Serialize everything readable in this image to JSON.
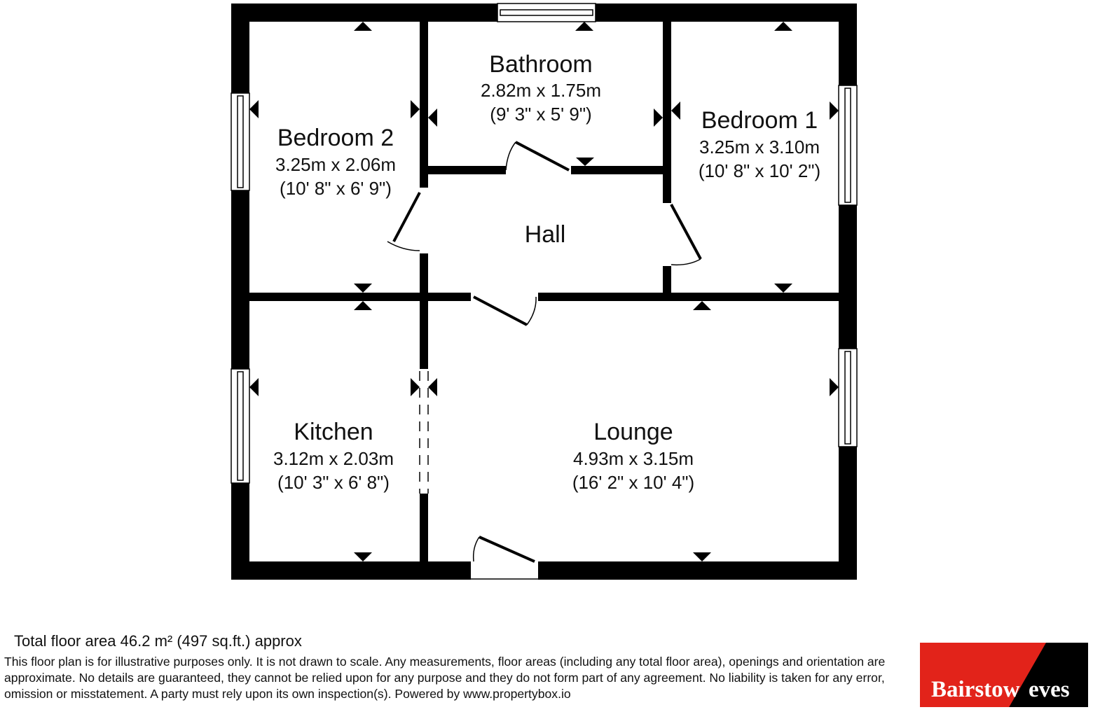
{
  "rooms": {
    "bathroom": {
      "name": "Bathroom",
      "metric": "2.82m x 1.75m",
      "imperial": "(9' 3\" x 5' 9\")"
    },
    "bedroom2": {
      "name": "Bedroom 2",
      "metric": "3.25m x 2.06m",
      "imperial": "(10' 8\" x 6' 9\")"
    },
    "bedroom1": {
      "name": "Bedroom 1",
      "metric": "3.25m x 3.10m",
      "imperial": "(10' 8\" x 10' 2\")"
    },
    "hall": {
      "name": "Hall"
    },
    "kitchen": {
      "name": "Kitchen",
      "metric": "3.12m x 2.03m",
      "imperial": "(10' 3\" x 6' 8\")"
    },
    "lounge": {
      "name": "Lounge",
      "metric": "4.93m x 3.15m",
      "imperial": "(16' 2\" x 10' 4\")"
    }
  },
  "footer": {
    "total_area": "Total floor area 46.2 m² (497 sq.ft.) approx",
    "disclaimer": "This floor plan is for illustrative purposes only. It is not drawn to scale. Any measurements, floor areas (including any total floor area), openings and orientation are approximate. No details are guaranteed, they cannot be relied upon for any purpose and they do not form part of any agreement. No liability is taken for any error, omission or misstatement. A party must rely upon its own inspection(s). Powered by www.propertybox.io"
  },
  "logo": {
    "part1": "Bairstow",
    "part2": "eves",
    "red": "#e2231a",
    "black": "#000000"
  }
}
